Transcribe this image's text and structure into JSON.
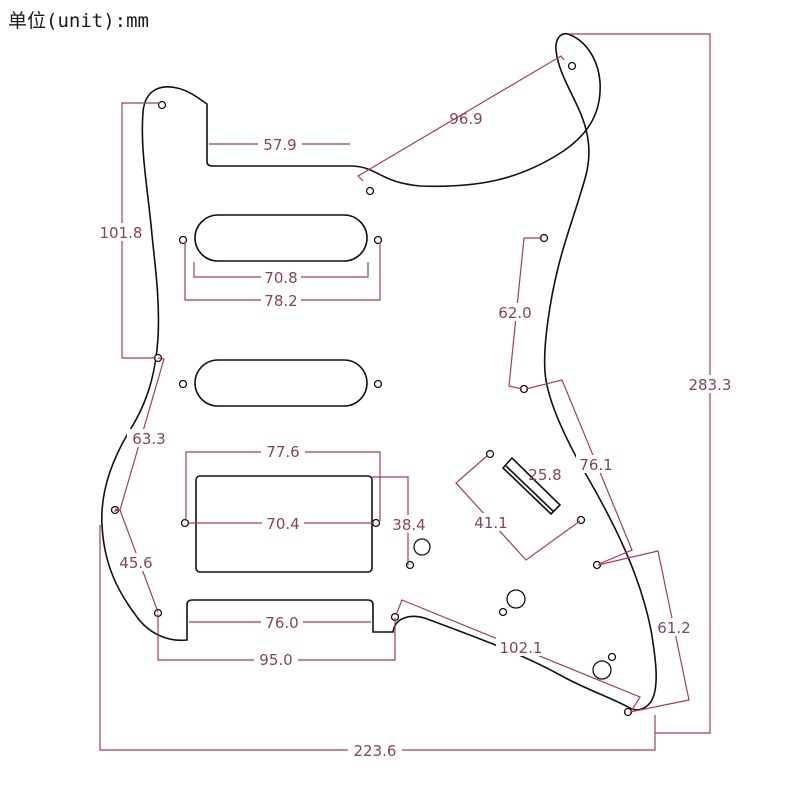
{
  "unit_label": "单位(unit):mm",
  "colors": {
    "outline": "#111111",
    "dimension": "#b03a4c",
    "dimension_text": "#8a3f5c",
    "background": "#ffffff"
  },
  "dimensions": {
    "neck_pocket_width": "57.9",
    "horn_to_top_hole": "96.9",
    "left_holes_span": "101.8",
    "neck_pickup_opening": "70.8",
    "neck_pickup_holes": "78.2",
    "right_upper_holes": "62.0",
    "overall_height": "283.3",
    "left_middle_holes": "63.3",
    "humbucker_holes_outer": "77.6",
    "switch_slot": "25.8",
    "right_middle_holes": "76.1",
    "humbucker_screws": "70.4",
    "humbucker_height": "38.4",
    "switch_holes": "41.1",
    "left_lower_holes": "45.6",
    "right_lower_holes": "61.2",
    "bridge_cutout": "76.0",
    "bottom_left_holes": "95.0",
    "bottom_right_holes": "102.1",
    "overall_width": "223.6"
  }
}
